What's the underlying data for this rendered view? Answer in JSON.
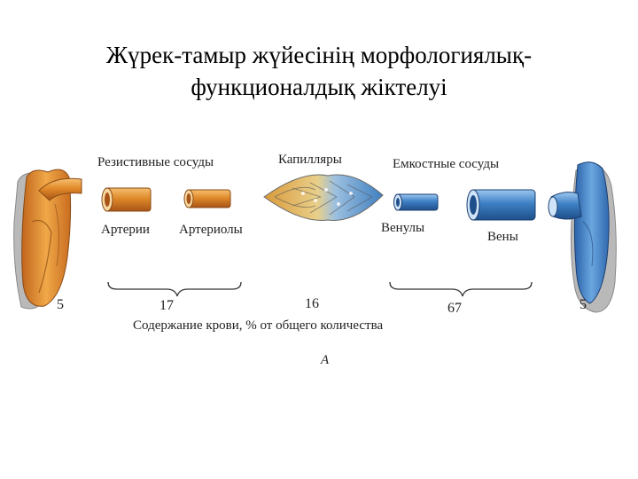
{
  "title": {
    "line1": "Жүрек-тамыр жүйесінің морфологиялық-",
    "line2": "функционалдық жіктелуі"
  },
  "labels": {
    "resistive": "Резистивные сосуды",
    "capillaries": "Капилляры",
    "capacitive": "Емкостные сосуды",
    "arteries": "Артерии",
    "arterioles": "Артериолы",
    "venules": "Венулы",
    "veins": "Вены",
    "caption": "Содержание крови, % от общего количества",
    "figure_letter": "А"
  },
  "values": {
    "heart_left": "5",
    "arterial": "17",
    "capillary": "16",
    "venous": "67",
    "heart_right": "5"
  },
  "colors": {
    "arterial_orange": "#e08a2a",
    "arterial_dark": "#b4601a",
    "venous_blue": "#3d7fc4",
    "venous_dark": "#1f4f8a",
    "outline_gray": "#9a9a9a"
  }
}
